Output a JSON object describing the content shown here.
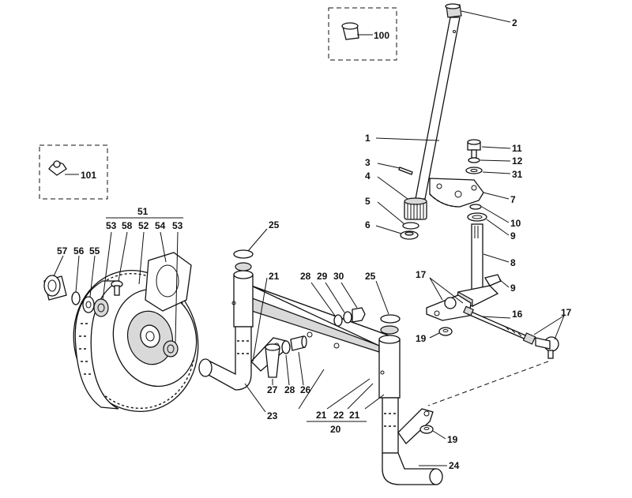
{
  "diagram": {
    "labels": {
      "l2": "2",
      "l100": "100",
      "l1": "1",
      "l3": "3",
      "l4": "4",
      "l5": "5",
      "l6": "6",
      "l11": "11",
      "l12": "12",
      "l31": "31",
      "l7": "7",
      "l10": "10",
      "l9a": "9",
      "l8": "8",
      "l9b": "9",
      "l101": "101",
      "l51": "51",
      "l53a": "53",
      "l58": "58",
      "l52": "52",
      "l54": "54",
      "l53b": "53",
      "l57": "57",
      "l56": "56",
      "l55": "55",
      "l25a": "25",
      "l21a": "21",
      "l28a": "28",
      "l29": "29",
      "l30": "30",
      "l25b": "25",
      "l17a": "17",
      "l16": "16",
      "l17b": "17",
      "l19a": "19",
      "l27": "27",
      "l28b": "28",
      "l26": "26",
      "l23": "23",
      "l21b": "21",
      "l22": "22",
      "l21c": "21",
      "l20": "20",
      "l19b": "19",
      "l24": "24"
    }
  }
}
